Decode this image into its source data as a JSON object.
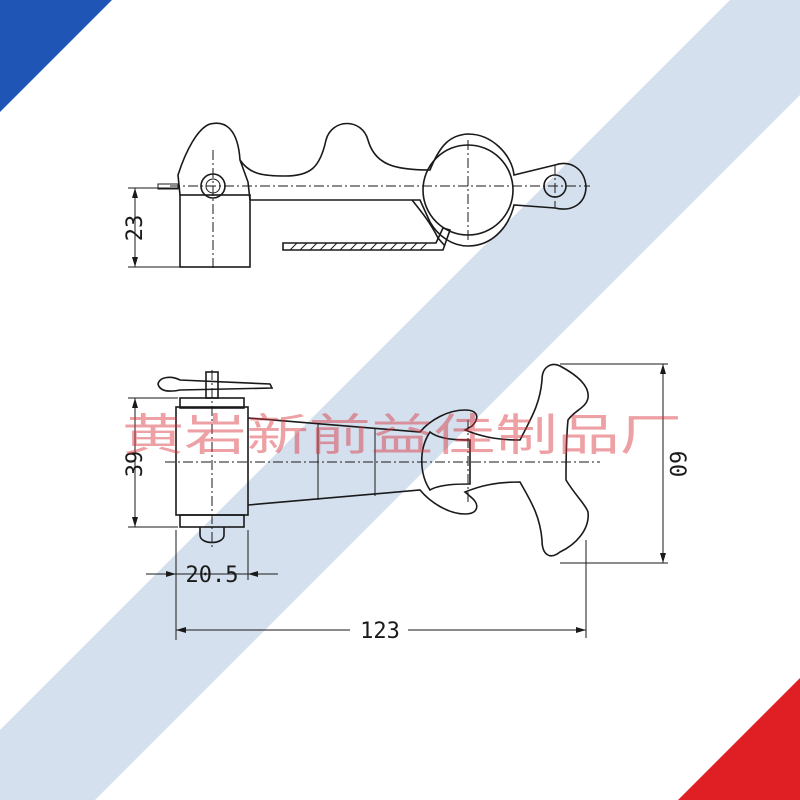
{
  "drawing": {
    "dimensions": {
      "side_height": "23",
      "front_height": "39",
      "overall_height": "60",
      "hinge_width": "20.5",
      "overall_length": "123"
    },
    "watermark": "黄岩新前益佳制品厂"
  },
  "colors": {
    "background": "#ffffff",
    "line": "#1a1a1a",
    "band": "#d5e0ef",
    "corner_blue": "#1f55b5",
    "corner_red": "#e01f25",
    "watermark": "#d8303a"
  }
}
